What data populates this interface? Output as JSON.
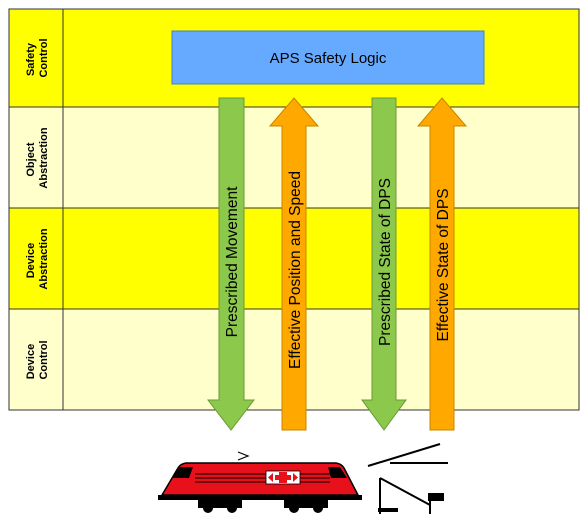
{
  "layers": [
    {
      "label_line1": "Safety",
      "label_line2": "Control",
      "color": "#ffff00"
    },
    {
      "label_line1": "Object",
      "label_line2": "Abstraction",
      "color": "#ffffcc"
    },
    {
      "label_line1": "Device",
      "label_line2": "Abstraction",
      "color": "#ffff00"
    },
    {
      "label_line1": "Device",
      "label_line2": "Control",
      "color": "#ffffcc"
    }
  ],
  "logic_box": {
    "label": "APS Safety Logic",
    "color": "#66aaff"
  },
  "arrows": [
    {
      "label": "Prescribed Movement",
      "direction": "down",
      "color": "#8cc84b"
    },
    {
      "label": "Effective Position and Speed",
      "direction": "up",
      "color": "#ffa800"
    },
    {
      "label": "Prescribed State of DPS",
      "direction": "down",
      "color": "#8cc84b"
    },
    {
      "label": "Effective State of DPS",
      "direction": "up",
      "color": "#ffa800"
    }
  ],
  "icons": [
    "train-locomotive-icon",
    "railway-switch-icon"
  ]
}
